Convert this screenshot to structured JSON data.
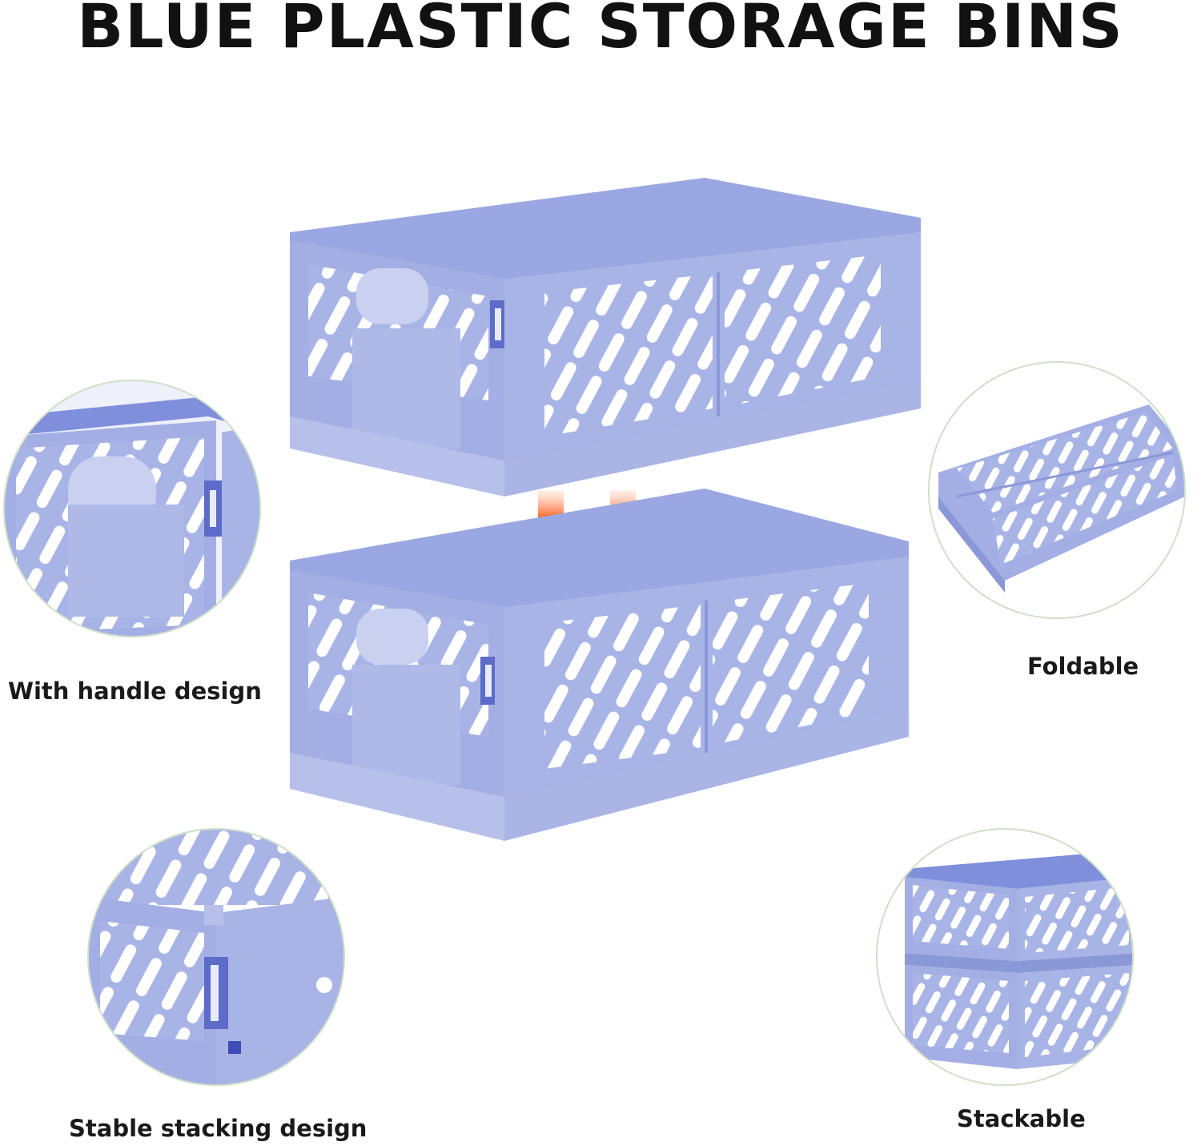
{
  "title": "BLUE PLASTIC STORAGE BINS",
  "features": {
    "handle": "With handle design",
    "foldable": "Foldable",
    "stacking": "Stable stacking design",
    "stackable": "Stackable"
  },
  "colors": {
    "bin": "#a8b4e6",
    "bin_dark": "#8b98d8",
    "bin_inner": "#7f8fdc",
    "arrow": "#ff4a10",
    "circle_border": "#cfe0c8"
  }
}
